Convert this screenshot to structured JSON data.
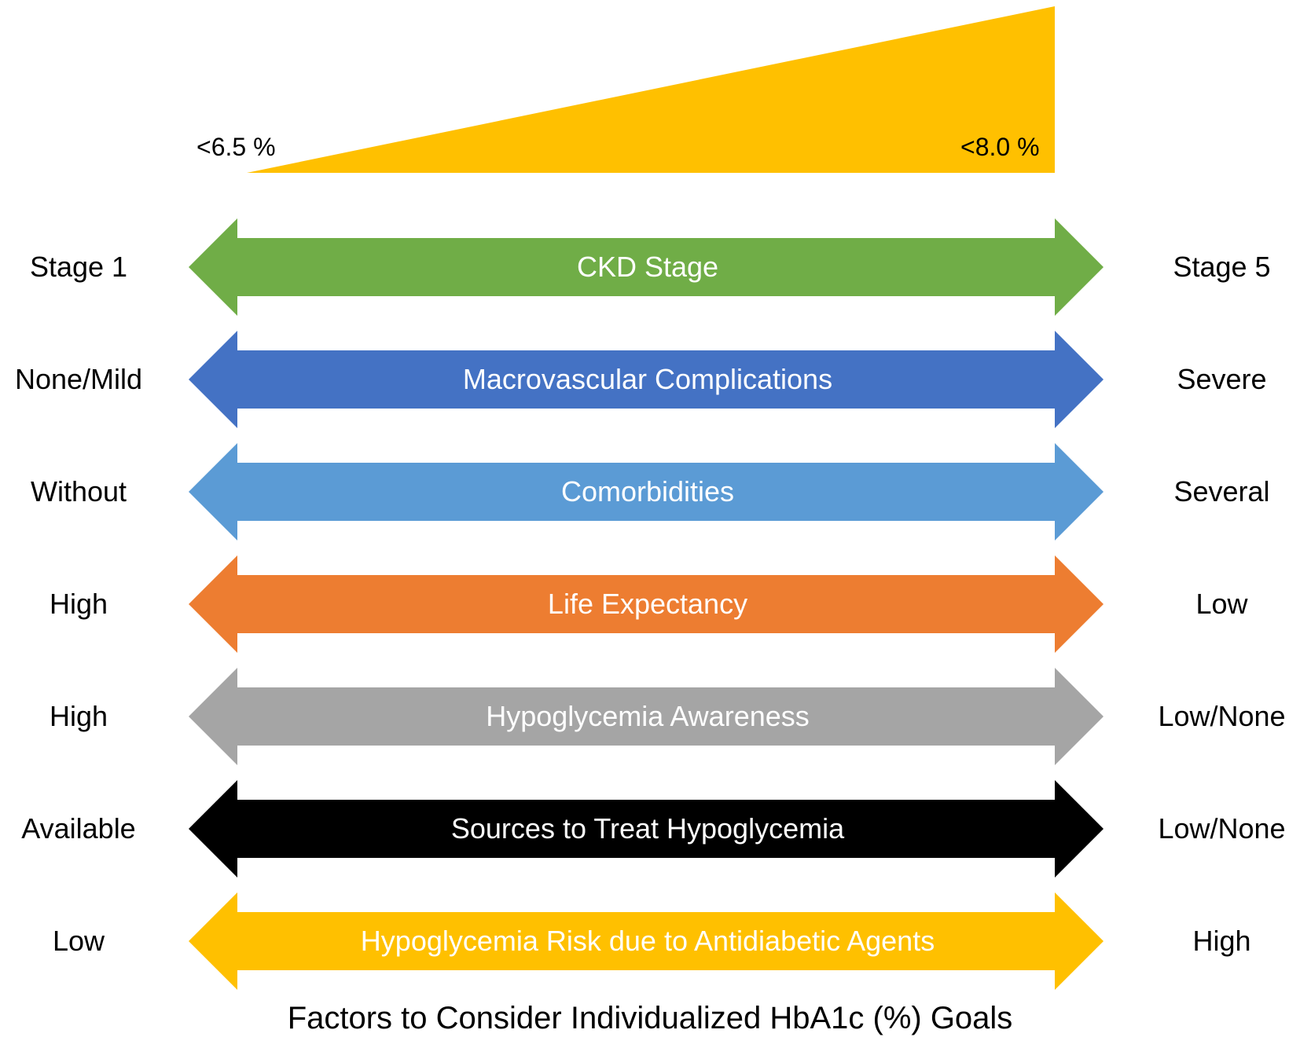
{
  "wedge": {
    "low_label": "<6.5 %",
    "high_label": "<8.0 %",
    "color": "#FFC000"
  },
  "rows": [
    {
      "label": "CKD Stage",
      "left": "Stage 1",
      "right": "Stage 5",
      "color": "#70AD47",
      "label_color": "#FFFFFF"
    },
    {
      "label": "Macrovascular Complications",
      "left": "None/Mild",
      "right": "Severe",
      "color": "#4472C4",
      "label_color": "#FFFFFF"
    },
    {
      "label": "Comorbidities",
      "left": "Without",
      "right": "Several",
      "color": "#5B9BD5",
      "label_color": "#FFFFFF"
    },
    {
      "label": "Life Expectancy",
      "left": "High",
      "right": "Low",
      "color": "#ED7D31",
      "label_color": "#FFFFFF"
    },
    {
      "label": "Hypoglycemia Awareness",
      "left": "High",
      "right": "Low/None",
      "color": "#A5A5A5",
      "label_color": "#FFFFFF"
    },
    {
      "label": "Sources to Treat Hypoglycemia",
      "left": "Available",
      "right": "Low/None",
      "color": "#000000",
      "label_color": "#FFFFFF"
    },
    {
      "label": "Hypoglycemia Risk due to Antidiabetic Agents",
      "left": "Low",
      "right": "High",
      "color": "#FFC000",
      "label_color": "#FFFFFF"
    }
  ],
  "caption": "Factors to Consider Individualized HbA1c (%) Goals"
}
